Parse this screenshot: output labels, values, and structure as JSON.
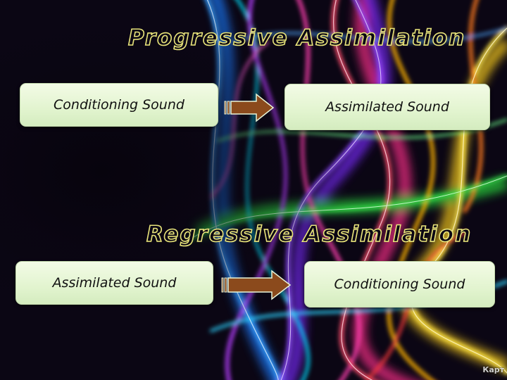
{
  "slide": {
    "progressive": {
      "title": "Progressive Assimilation",
      "left_box": "Conditioning Sound",
      "right_box": "Assimilated Sound"
    },
    "regressive": {
      "title": "Regressive Assimilation",
      "left_box": "Assimilated Sound",
      "right_box": "Conditioning Sound"
    },
    "watermark": "Карт"
  },
  "colors": {
    "box_fill": "#e2f4cf",
    "arrow_fill": "#8b4a1c",
    "title_outline": "#e8e47a"
  },
  "icons": [
    "right-arrow-icon",
    "right-arrow-icon"
  ]
}
